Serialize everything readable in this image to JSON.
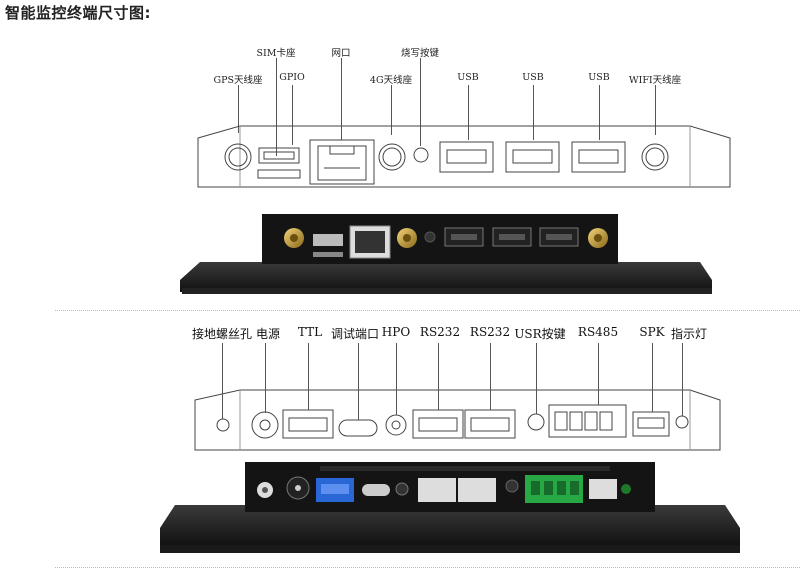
{
  "title": "智能监控终端尺寸图:",
  "top_labels": [
    "SIM卡座",
    "网口",
    "烧写按键",
    "GPS天线座",
    "GPIO",
    "4G天线座",
    "USB",
    "USB",
    "USB",
    "WIFI天线座"
  ],
  "bottom_labels": [
    "接地螺丝孔",
    "电源",
    "TTL",
    "调试端口",
    "HPO",
    "RS232",
    "RS232",
    "USR按键",
    "RS485",
    "SPK",
    "指示灯"
  ]
}
